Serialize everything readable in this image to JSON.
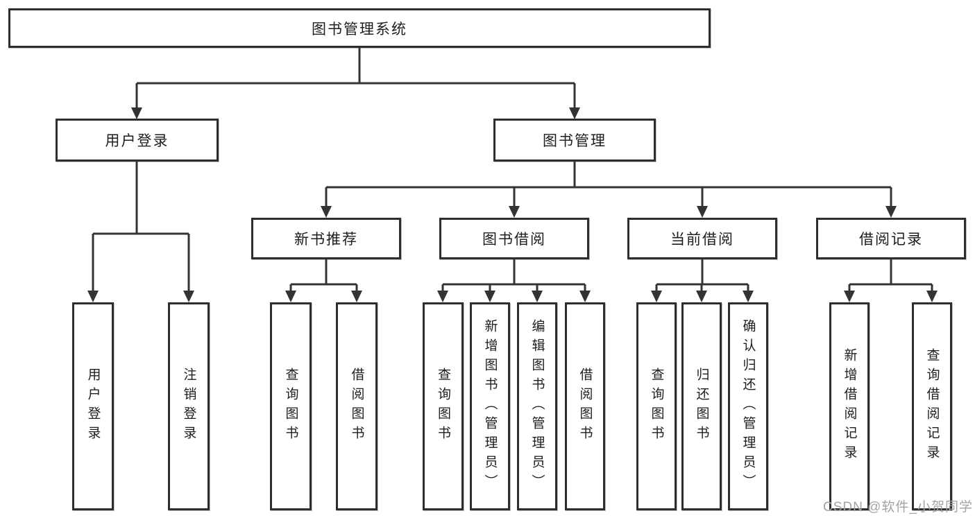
{
  "diagram": {
    "root": {
      "label": "图书管理系统"
    },
    "login_branch": {
      "label": "用户登录",
      "children": [
        "用户登录",
        "注销登录"
      ]
    },
    "management_branch": {
      "label": "图书管理",
      "sections": [
        {
          "label": "新书推荐",
          "children": [
            "查询图书",
            "借阅图书"
          ]
        },
        {
          "label": "图书借阅",
          "children": [
            "查询图书",
            "新增图书（管理员）",
            "编辑图书（管理员）",
            "借阅图书"
          ]
        },
        {
          "label": "当前借阅",
          "children": [
            "查询图书",
            "归还图书",
            "确认归还（管理员）"
          ]
        },
        {
          "label": "借阅记录",
          "children": [
            "新增借阅记录",
            "查询借阅记录"
          ]
        }
      ]
    }
  },
  "watermark": {
    "text": "CSDN @软件_小贺同学"
  },
  "colors": {
    "line": "#333333",
    "box_border": "#2e2e2e",
    "text": "#1d1d1d",
    "watermark": "#a3a3a3",
    "background": "#ffffff"
  }
}
